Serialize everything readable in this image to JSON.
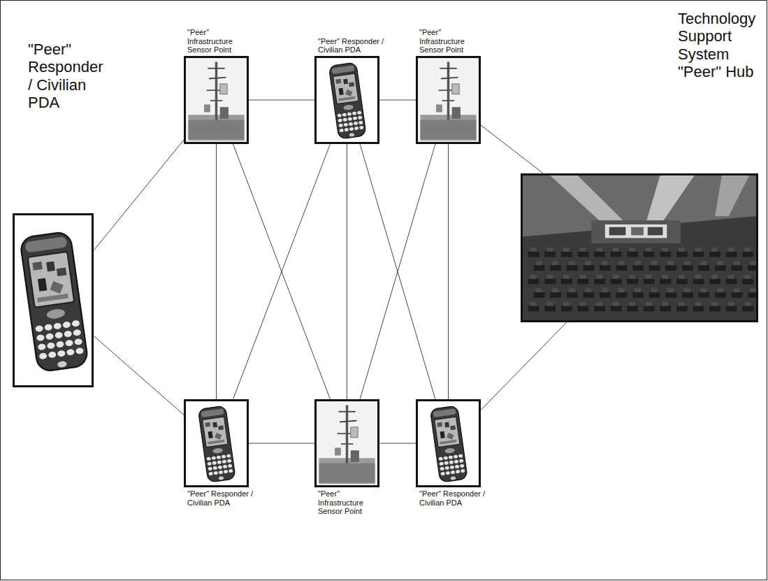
{
  "diagram": {
    "nodes": [
      {
        "text": [
          "\"Peer\" Responder / Civilian PDA"
        ]
      },
      {
        "text": [
          "\"Peer\" Infrastructure Sensor Point"
        ]
      },
      {
        "text": [
          "\"Peer\" Responder / Civilian PDA"
        ]
      },
      {
        "text": [
          "\"Peer\" Infrastructure Sensor Point"
        ]
      },
      {
        "text": [
          "Technology Support System \"Peer\" Hub"
        ]
      },
      {
        "text": [
          "\"Peer\" Responder / Civilian PDA"
        ]
      },
      {
        "text": [
          "\"Peer\" Infrastructure Sensor Point"
        ]
      },
      {
        "text": [
          "\"Peer\" Responder / Civilian PDA"
        ]
      }
    ],
    "edges": [
      {
        "from": 0,
        "to": 1,
        "arrow": "none"
      },
      {
        "from": 1,
        "to": 2,
        "arrow": "none"
      },
      {
        "from": 2,
        "to": 3,
        "arrow": "none"
      },
      {
        "from": 3,
        "to": 4,
        "arrow": "none"
      },
      {
        "from": 0,
        "to": 5,
        "arrow": "none"
      },
      {
        "from": 5,
        "to": 6,
        "arrow": "none"
      },
      {
        "from": 6,
        "to": 7,
        "arrow": "none"
      },
      {
        "from": 7,
        "to": 4,
        "arrow": "none"
      },
      {
        "from": 1,
        "to": 5,
        "arrow": "none"
      },
      {
        "from": 1,
        "to": 6,
        "arrow": "none"
      },
      {
        "from": 2,
        "to": 5,
        "arrow": "none"
      },
      {
        "from": 2,
        "to": 6,
        "arrow": "none"
      },
      {
        "from": 2,
        "to": 7,
        "arrow": "none"
      },
      {
        "from": 3,
        "to": 6,
        "arrow": "none"
      },
      {
        "from": 3,
        "to": 7,
        "arrow": "none"
      }
    ]
  }
}
